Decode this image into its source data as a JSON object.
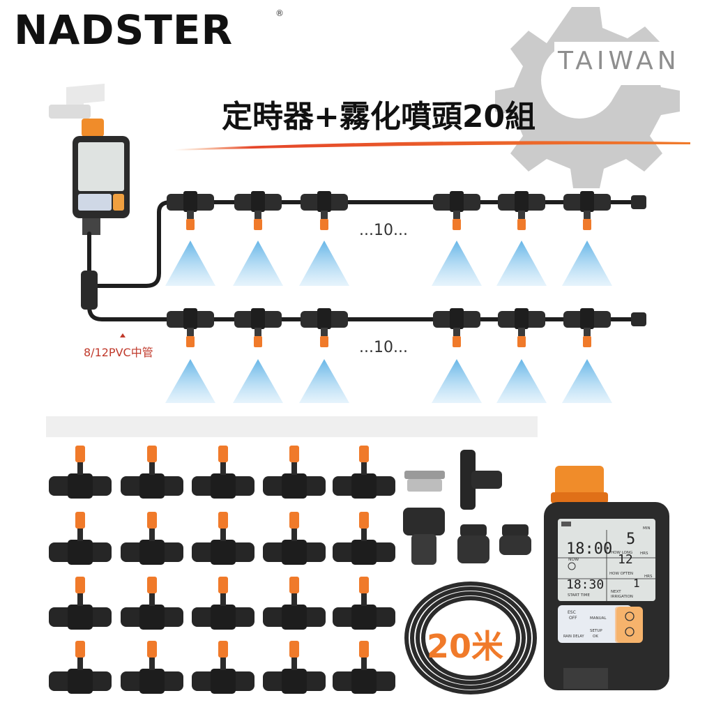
{
  "brand": {
    "name": "NADSTER",
    "mark": "®"
  },
  "badge": {
    "text": "TAIWAN"
  },
  "headline": {
    "text": "定時器+霧化噴頭20組"
  },
  "diagram": {
    "pipe_label": "8/12PVC中管",
    "row1_count_label": "...10...",
    "row2_count_label": "...10..."
  },
  "hose": {
    "length_label": "20米"
  },
  "timer": {
    "now_time": "18:00",
    "now_label": "NOW",
    "start_time": "18:30",
    "start_label": "START TIME",
    "how_long_value": "5",
    "how_long_unit": "MIN",
    "how_long_label": "HOW LONG",
    "how_often_value": "12",
    "how_often_unit": "HRS",
    "how_often_label": "HOW OFTEN",
    "next_value": "1",
    "next_unit": "HRS",
    "next_label_1": "NEXT",
    "next_label_2": "IRRIGATION",
    "btn_esc": "ESC",
    "btn_off": "OFF",
    "btn_manual": "MANUAL",
    "btn_rain": "RAIN DELAY",
    "btn_setup": "SETUP",
    "btn_ok": "OK"
  },
  "colors": {
    "orange": "#f07a2a",
    "pipe": "#1e1e1e",
    "mist": "#7fc3ea",
    "badge_gray": "#c8c8c8"
  }
}
